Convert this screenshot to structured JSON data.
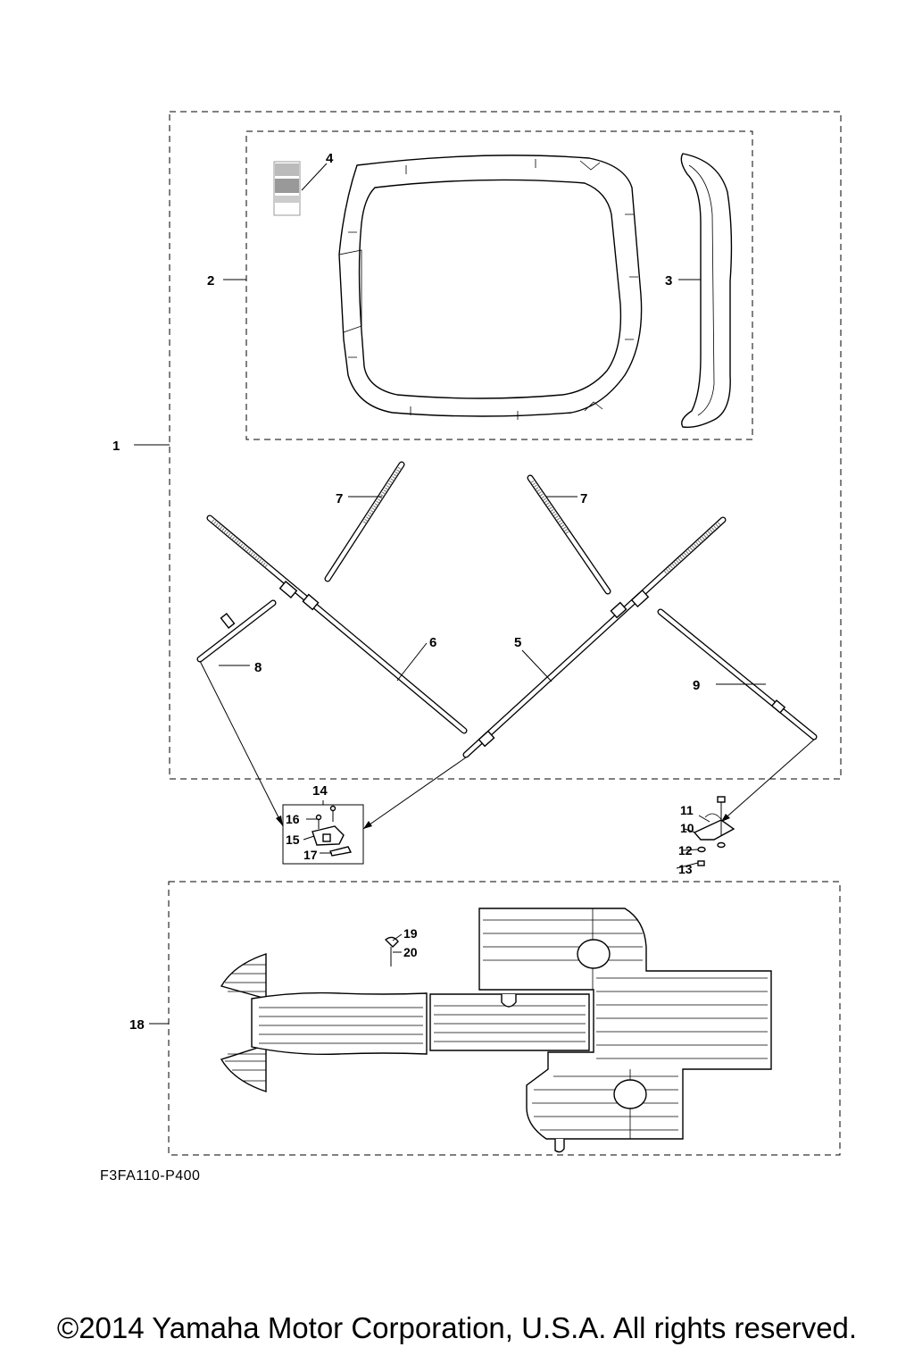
{
  "callouts": {
    "c1": "1",
    "c2": "2",
    "c3": "3",
    "c4": "4",
    "c5": "5",
    "c6": "6",
    "c7a": "7",
    "c7b": "7",
    "c8": "8",
    "c9": "9",
    "c10": "10",
    "c11": "11",
    "c12": "12",
    "c13": "13",
    "c14": "14",
    "c15": "15",
    "c16": "16",
    "c17": "17",
    "c18": "18",
    "c19": "19",
    "c20": "20"
  },
  "diagram_code": "F3FA110-P400",
  "copyright": "©2014 Yamaha Motor Corporation, U.S.A. All rights reserved."
}
